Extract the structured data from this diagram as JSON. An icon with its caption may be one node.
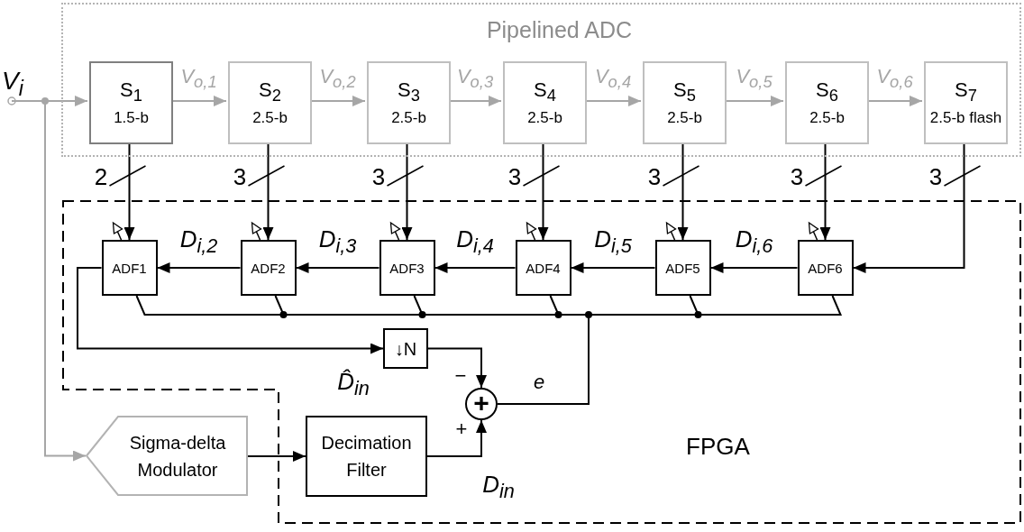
{
  "diagram": {
    "nodes": [
      {
        "text": [
          "V$_{i}$"
        ]
      },
      {
        "text": [
          "Pipelined ADC"
        ]
      },
      {
        "text": [
          "S$_{1}$",
          "1.5-b"
        ],
        "in": 1
      },
      {
        "text": [
          "S$_{2}$",
          "2.5-b"
        ],
        "in": 1
      },
      {
        "text": [
          "S$_{3}$",
          "2.5-b"
        ],
        "in": 1
      },
      {
        "text": [
          "S$_{4}$",
          "2.5-b"
        ],
        "in": 1
      },
      {
        "text": [
          "S$_{5}$",
          "2.5-b"
        ],
        "in": 1
      },
      {
        "text": [
          "S$_{6}$",
          "2.5-b"
        ],
        "in": 1
      },
      {
        "text": [
          "S$_{7}$",
          "2.5-b flash"
        ],
        "in": 1
      },
      {
        "text": [
          "FPGA"
        ]
      },
      {
        "text": [
          "ADF1"
        ],
        "in": 9
      },
      {
        "text": [
          "ADF2"
        ],
        "in": 9
      },
      {
        "text": [
          "ADF3"
        ],
        "in": 9
      },
      {
        "text": [
          "ADF4"
        ],
        "in": 9
      },
      {
        "text": [
          "ADF5"
        ],
        "in": 9
      },
      {
        "text": [
          "ADF6"
        ],
        "in": 9
      },
      {
        "text": [
          "↓N"
        ],
        "in": 9
      },
      {
        "text": [
          "+"
        ],
        "in": 9
      },
      {
        "text": [
          "Sigma-delta Modulator"
        ]
      },
      {
        "text": [
          "Decimation Filter"
        ],
        "in": 9
      }
    ],
    "edges": [
      {
        "from": 0,
        "to": 2,
        "arrow": "to",
        "color": "#a6a6a6"
      },
      {
        "from": 2,
        "to": 3,
        "arrow": "to",
        "label": "V$_{o,1}$",
        "color": "#a6a6a6"
      },
      {
        "from": 3,
        "to": 4,
        "arrow": "to",
        "label": "V$_{o,2}$",
        "color": "#a6a6a6"
      },
      {
        "from": 4,
        "to": 5,
        "arrow": "to",
        "label": "V$_{o,3}$",
        "color": "#a6a6a6"
      },
      {
        "from": 5,
        "to": 6,
        "arrow": "to",
        "label": "V$_{o,4}$",
        "color": "#a6a6a6"
      },
      {
        "from": 6,
        "to": 7,
        "arrow": "to",
        "label": "V$_{o,5}$",
        "color": "#a6a6a6"
      },
      {
        "from": 7,
        "to": 8,
        "arrow": "to",
        "label": "V$_{o,6}$",
        "color": "#a6a6a6"
      },
      {
        "from": 2,
        "to": 10,
        "arrow": "to",
        "label": "2"
      },
      {
        "from": 3,
        "to": 11,
        "arrow": "to",
        "label": "3"
      },
      {
        "from": 4,
        "to": 12,
        "arrow": "to",
        "label": "3"
      },
      {
        "from": 5,
        "to": 13,
        "arrow": "to",
        "label": "3"
      },
      {
        "from": 6,
        "to": 14,
        "arrow": "to",
        "label": "3"
      },
      {
        "from": 7,
        "to": 15,
        "arrow": "to",
        "label": "3"
      },
      {
        "from": 8,
        "to": 15,
        "arrow": "to",
        "label": "3"
      },
      {
        "from": 11,
        "to": 10,
        "arrow": "to",
        "label": "D$_{i,2}$"
      },
      {
        "from": 12,
        "to": 11,
        "arrow": "to",
        "label": "D$_{i,3}$"
      },
      {
        "from": 13,
        "to": 12,
        "arrow": "to",
        "label": "D$_{i,4}$"
      },
      {
        "from": 14,
        "to": 13,
        "arrow": "to",
        "label": "D$_{i,5}$"
      },
      {
        "from": 15,
        "to": 14,
        "arrow": "to",
        "label": "D$_{i,6}$"
      },
      {
        "from": 10,
        "to": 16,
        "arrow": "to",
        "label": "D̂$_{in}$"
      },
      {
        "from": 16,
        "to": 17,
        "arrow": "to",
        "label": "−"
      },
      {
        "from": 19,
        "to": 17,
        "arrow": "to",
        "label": "D$_{in}$"
      },
      {
        "from": 17,
        "to": 10,
        "arrow": "none",
        "label": "e"
      },
      {
        "from": 17,
        "to": 11,
        "arrow": "none"
      },
      {
        "from": 17,
        "to": 12,
        "arrow": "none"
      },
      {
        "from": 17,
        "to": 13,
        "arrow": "none"
      },
      {
        "from": 17,
        "to": 14,
        "arrow": "none"
      },
      {
        "from": 17,
        "to": 15,
        "arrow": "none"
      },
      {
        "from": 0,
        "to": 18,
        "arrow": "to",
        "color": "#a6a6a6"
      },
      {
        "from": 18,
        "to": 19,
        "arrow": "to"
      }
    ],
    "labels": [
      "+"
    ]
  }
}
